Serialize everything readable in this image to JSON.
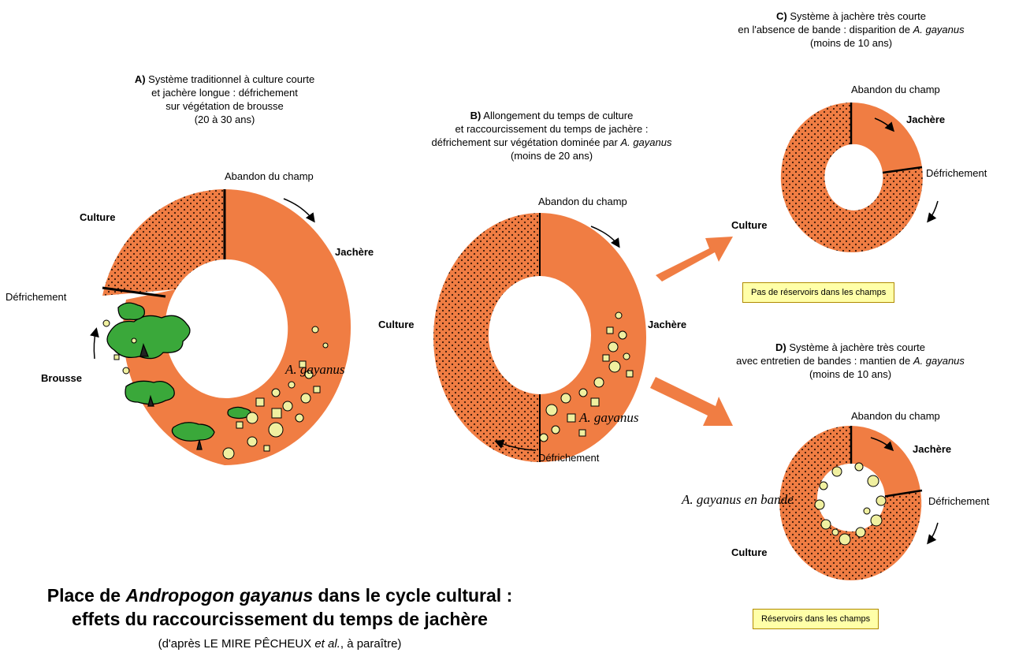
{
  "panel_a": {
    "caption_letter": "A)",
    "caption_line1": "Système traditionnel à culture courte",
    "caption_line2": "et jachère longue : défrichement",
    "caption_line3": "sur végétation de brousse",
    "caption_line4": "(20 à 30 ans)",
    "abandon": "Abandon du champ",
    "culture": "Culture",
    "jachere": "Jachère",
    "defrichement": "Défrichement",
    "brousse": "Brousse",
    "agayanus": "A. gayanus"
  },
  "panel_b": {
    "caption_letter": "B)",
    "caption_line1": "Allongement du temps de culture",
    "caption_line2": "et raccourcissement du temps de jachère :",
    "caption_line3_pre": "défrichement sur végétation dominée par ",
    "caption_line3_italic": "A. gayanus",
    "caption_line4": "(moins de 20 ans)",
    "abandon": "Abandon du champ",
    "culture": "Culture",
    "jachere": "Jachère",
    "defrichement": "Défrichement",
    "agayanus": "A. gayanus"
  },
  "panel_c": {
    "caption_letter": "C)",
    "caption_line1": "Système à jachère très courte",
    "caption_line2_pre": "en l'absence de bande : disparition de ",
    "caption_line2_italic": "A. gayanus",
    "caption_line3": "(moins de 10 ans)",
    "abandon": "Abandon du champ",
    "jachere": "Jachère",
    "defrichement": "Défrichement",
    "culture": "Culture",
    "box": "Pas de réservoirs dans les champs"
  },
  "panel_d": {
    "caption_letter": "D)",
    "caption_line1": "Système à jachère très courte",
    "caption_line2_pre": "avec entretien de bandes : mantien de ",
    "caption_line2_italic": "A. gayanus",
    "caption_line3": "(moins de 10 ans)",
    "abandon": "Abandon du champ",
    "jachere": "Jachère",
    "defrichement": "Défrichement",
    "culture": "Culture",
    "agayanus_band": "A. gayanus en bande",
    "box": "Réservoirs dans les champs"
  },
  "title": {
    "line1_pre": "Place de ",
    "line1_italic": "Andropogon gayanus",
    "line1_post": " dans le cycle cultural :",
    "line2": "effets du raccourcissement du temps de jachère"
  },
  "source": {
    "pre": "(d'après LE MIRE PÊCHEUX ",
    "italic": "et al.",
    "post": ", à paraître)"
  },
  "colors": {
    "orange": "#f07d43",
    "dots": "#3a1a0a",
    "seed": "#f0f0a0",
    "tree": "#3aa83a"
  }
}
